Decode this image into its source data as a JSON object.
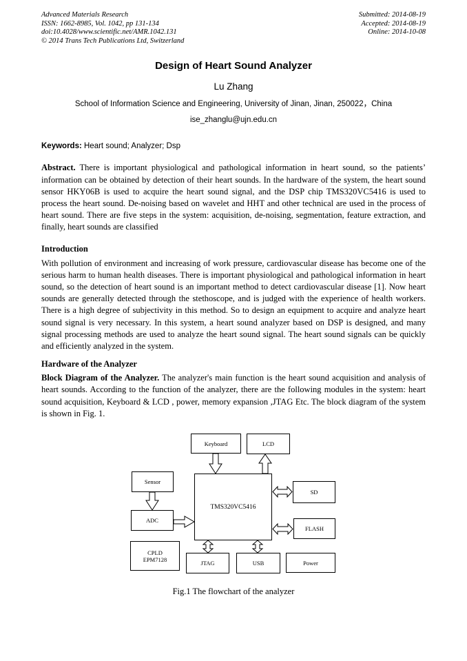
{
  "header": {
    "left_lines": [
      "Advanced Materials Research",
      "ISSN: 1662-8985, Vol. 1042, pp 131-134",
      "doi:10.4028/www.scientific.net/AMR.1042.131",
      "© 2014 Trans Tech Publications Ltd, Switzerland"
    ],
    "right_lines": [
      "Submitted: 2014-08-19",
      "Accepted: 2014-08-19",
      "Online: 2014-10-08"
    ]
  },
  "title": "Design of Heart Sound Analyzer",
  "author": "Lu Zhang",
  "affiliation": "School of Information Science and Engineering, University of Jinan, Jinan, 250022，China",
  "email": "ise_zhanglu@ujn.edu.cn",
  "keywords": {
    "label": "Keywords:",
    "text": "Heart sound; Analyzer; Dsp"
  },
  "abstract": {
    "label": "Abstract.",
    "text": "There is important physiological and pathological information in heart sound, so the patients’ information can be obtained by detection of their heart sounds. In the hardware of the system, the heart sound sensor HKY06B is used to acquire the heart sound signal, and the DSP chip TMS320VC5416 is used to process the heart sound. De-noising based on wavelet and HHT and other technical are used in the process of heart sound. There are five steps in the system: acquisition, de-noising, segmentation, feature extraction, and finally, heart sounds are classified"
  },
  "introduction": {
    "heading": "Introduction",
    "body": "With pollution of environment and increasing of work pressure, cardiovascular disease has become one of the serious harm to human health diseases. There is important physiological and pathological information in heart sound, so the detection of heart sound is an important method to detect cardiovascular disease [1]. Now heart sounds are generally detected through the stethoscope, and is judged with the experience of health workers. There is a high degree of subjectivity in this method. So to design an equipment to acquire and analyze heart sound signal is very necessary. In this system, a heart sound analyzer based on DSP is designed, and many signal processing methods are used to analyze the heart sound signal. The heart sound signals can be quickly and efficiently analyzed in the system."
  },
  "hardware": {
    "heading": "Hardware of the Analyzer",
    "block_label": "Block Diagram of the Analyzer.",
    "block_text": "The analyzer's main function is the heart sound acquisition and analysis of heart sounds. According to the function of the analyzer, there are the following modules in the system: heart sound acquisition, Keyboard & LCD , power, memory expansion ,JTAG Etc. The block diagram of the system is shown in Fig. 1."
  },
  "diagram": {
    "boxes": {
      "keyboard": "Keyboard",
      "lcd": "LCD",
      "sensor": "Sensor",
      "tms": "TMS320VC5416",
      "sd": "SD",
      "adc": "ADC",
      "flash": "FLASH",
      "cpld_line1": "CPLD",
      "cpld_line2": "EPM7128",
      "jtag": "JTAG",
      "usb": "USB",
      "power": "Power"
    },
    "caption": "Fig.1 The flowchart of the analyzer"
  }
}
